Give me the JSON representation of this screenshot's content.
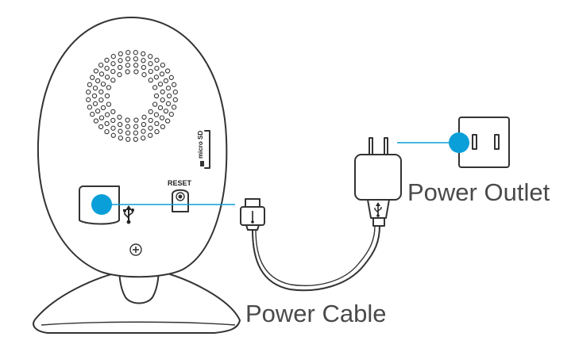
{
  "labels": {
    "power_outlet": "Power Outlet",
    "power_cable": "Power Cable",
    "reset": "RESET",
    "micro_sd": "micro SD"
  },
  "colors": {
    "callout_dot": "#0a9fd9",
    "callout_line": "#0a9fd9",
    "outline": "#333333",
    "text": "#4a4a4a"
  },
  "icons": {
    "usb_port": "usb-icon",
    "plug_usb": "usb-icon"
  }
}
